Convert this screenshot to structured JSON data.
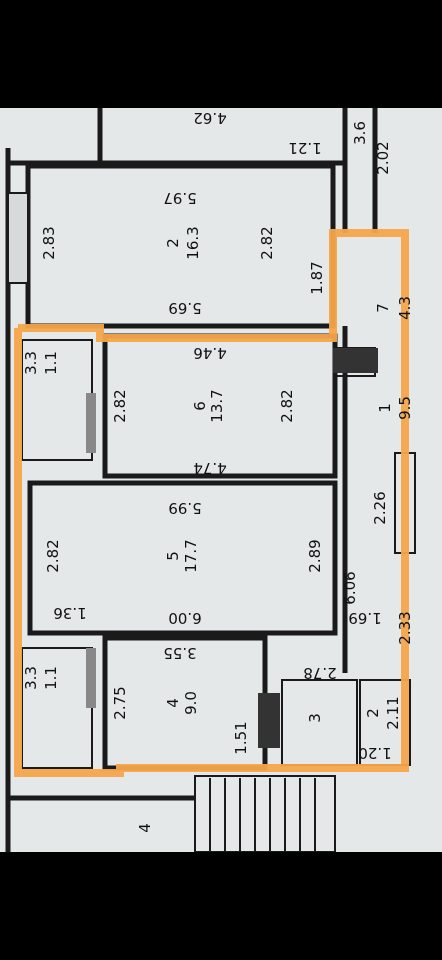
{
  "plan": {
    "rooms": [
      {
        "number": "2",
        "area": "16.3",
        "top": "5.97",
        "bottom": "5.69",
        "left": "2.83",
        "right": "2.82",
        "side": "1.87"
      },
      {
        "number": "6",
        "area": "13.7",
        "top": "4.46",
        "bottom": "4.74",
        "left": "2.82",
        "right": "2.82"
      },
      {
        "number": "5",
        "area": "17.7",
        "top": "5.99",
        "bottom": "6.00",
        "left": "2.82",
        "right": "2.89",
        "extra": "6.06"
      },
      {
        "number": "4",
        "area": "9.0",
        "top": "3.55",
        "left": "2.75",
        "inner": "1.51"
      },
      {
        "number": "3",
        "width": "2.78"
      },
      {
        "number": "2",
        "width": "1.20",
        "height": "2.11"
      },
      {
        "number": "7",
        "area": "4.3",
        "height": "2.02"
      },
      {
        "number": "1",
        "area": "9.5",
        "height": "2.26"
      }
    ],
    "balconies": [
      {
        "label1": "3.3",
        "label2": "1.1"
      },
      {
        "label1": "3.3",
        "label2": "1.1"
      }
    ],
    "misc": {
      "top_left_dim": "4.62",
      "top_mid_dim": "1.21",
      "top_right_dim": "3.6",
      "hall_dim": "1.36",
      "corr_dim": "1.69",
      "corr2_dim": "2.33",
      "bottom_left_dim": "4"
    }
  }
}
